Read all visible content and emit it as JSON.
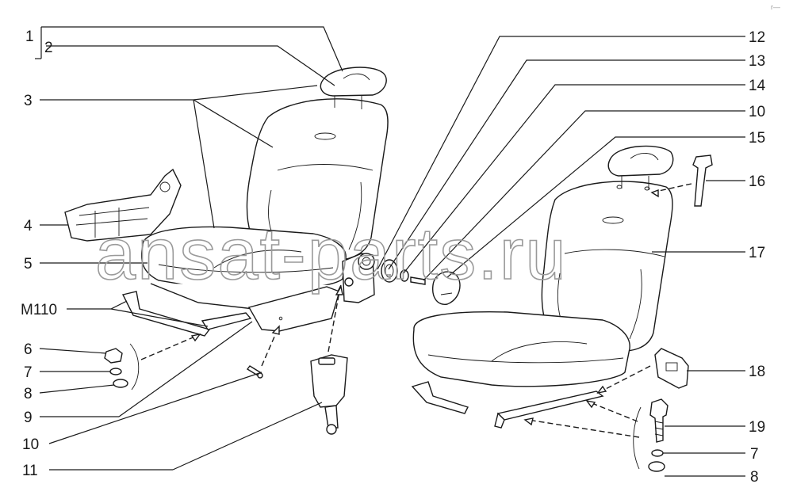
{
  "watermark": "ansat-parts.ru",
  "corner_mark": "r—",
  "callouts": [
    {
      "id": "c1",
      "text": "1"
    },
    {
      "id": "c2",
      "text": "2"
    },
    {
      "id": "c3",
      "text": "3"
    },
    {
      "id": "c4",
      "text": "4"
    },
    {
      "id": "c5",
      "text": "5"
    },
    {
      "id": "cM110",
      "text": "M110"
    },
    {
      "id": "c6",
      "text": "6"
    },
    {
      "id": "c7a",
      "text": "7"
    },
    {
      "id": "c8a",
      "text": "8"
    },
    {
      "id": "c9",
      "text": "9"
    },
    {
      "id": "c10a",
      "text": "10"
    },
    {
      "id": "c11",
      "text": "11"
    },
    {
      "id": "c12",
      "text": "12"
    },
    {
      "id": "c13",
      "text": "13"
    },
    {
      "id": "c14",
      "text": "14"
    },
    {
      "id": "c10b",
      "text": "10"
    },
    {
      "id": "c15",
      "text": "15"
    },
    {
      "id": "c16",
      "text": "16"
    },
    {
      "id": "c17",
      "text": "17"
    },
    {
      "id": "c18",
      "text": "18"
    },
    {
      "id": "c19",
      "text": "19"
    },
    {
      "id": "c7b",
      "text": "7"
    },
    {
      "id": "c8b",
      "text": "8"
    }
  ]
}
